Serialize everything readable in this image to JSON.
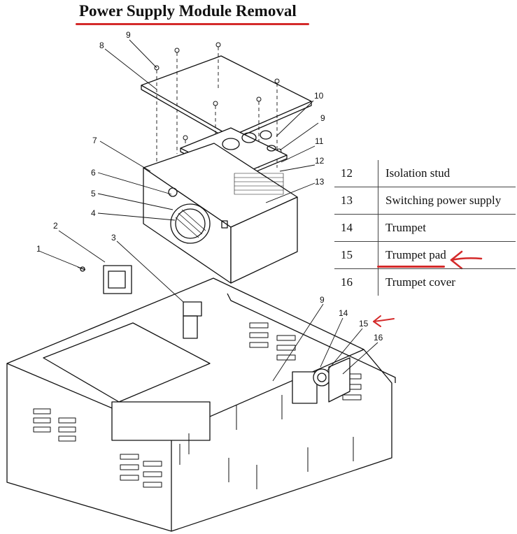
{
  "title": "Power Supply Module Removal",
  "callouts": [
    "1",
    "2",
    "3",
    "4",
    "5",
    "6",
    "7",
    "8",
    "9",
    "9",
    "9",
    "10",
    "11",
    "12",
    "13",
    "14",
    "15",
    "16"
  ],
  "legend": [
    {
      "num": "12",
      "desc": "Isolation stud"
    },
    {
      "num": "13",
      "desc": "Switching power supply"
    },
    {
      "num": "14",
      "desc": "Trumpet"
    },
    {
      "num": "15",
      "desc": "Trumpet pad"
    },
    {
      "num": "16",
      "desc": "Trumpet cover"
    }
  ],
  "colors": {
    "annotation": "#d42a2a",
    "line": "#111111"
  },
  "icons": {
    "pointer": "arrow-left-icon"
  }
}
